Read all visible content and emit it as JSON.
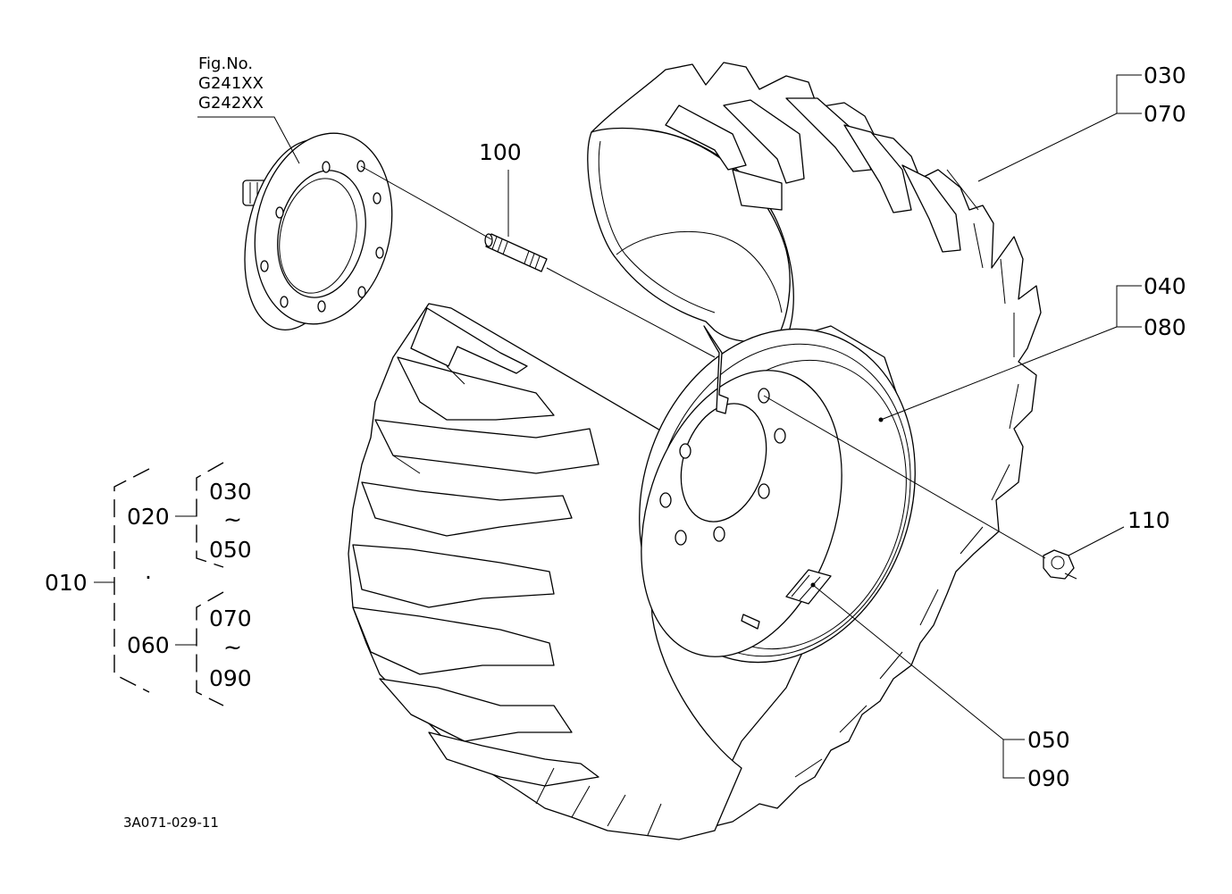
{
  "figure_ref": {
    "line1": "Fig.No.",
    "line2": "G241XX",
    "line3": "G242XX"
  },
  "callouts": {
    "p100": "100",
    "p030_a": "030",
    "p070_a": "070",
    "p040": "040",
    "p080": "080",
    "p110": "110",
    "p050_a": "050",
    "p090_a": "090"
  },
  "hierarchy": {
    "root": "010",
    "group_a": "020",
    "group_a_from": "030",
    "group_a_to": "050",
    "group_b": "060",
    "group_b_from": "070",
    "group_b_to": "090",
    "range_mark": "~",
    "separator": "·"
  },
  "drawing_number": "3A071-029-11"
}
